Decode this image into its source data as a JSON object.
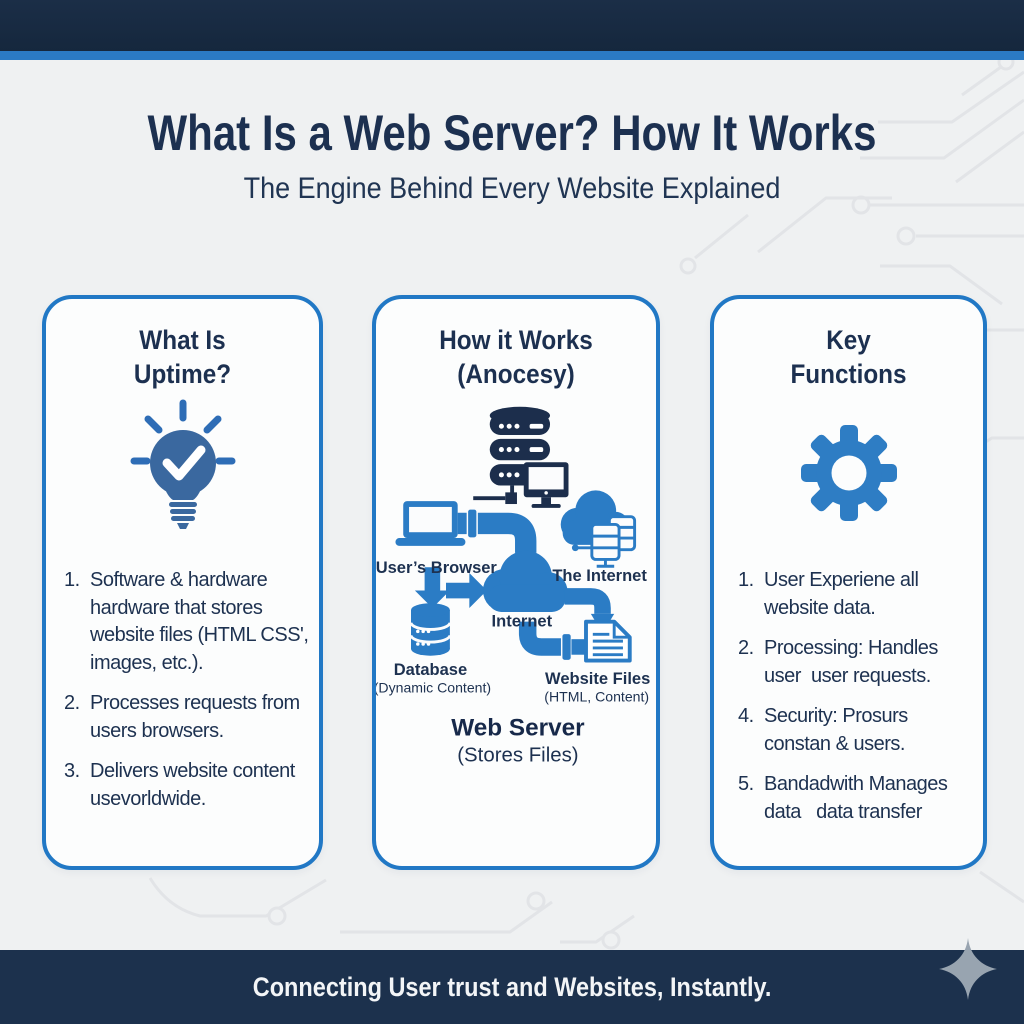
{
  "header": {
    "title": "What Is a Web Server? How It Works",
    "subtitle": "The Engine Behind Every Website Explained"
  },
  "cards": [
    {
      "title_line1": "What Is",
      "title_line2": "Uptime?",
      "icon": "lightbulb-check-icon",
      "items": [
        {
          "num": "1.",
          "text": "Software & hardware hardware that stores website files (HTML CSS', images, etc.)."
        },
        {
          "num": "2.",
          "text": "Processes requests from users browsers."
        },
        {
          "num": "3.",
          "text": "Delivers website content usevorldwide."
        }
      ]
    },
    {
      "title_line1": "How it Works",
      "title_line2": "(Anocesy)",
      "diagram_labels": {
        "users_browser": "User’s Browser",
        "the_internet": "The Internet",
        "internet": "Internet",
        "database": "Database",
        "database_sub": "(Dynamic Content)",
        "website_files": "Website Files",
        "website_files_sub": "(HTML, Content)",
        "web_server": "Web Server",
        "web_server_sub": "(Stores Files)"
      }
    },
    {
      "title_line1": "Key",
      "title_line2": "Functions",
      "icon": "gear-icon",
      "items": [
        {
          "num": "1.",
          "text": "User Experiene all website data."
        },
        {
          "num": "2.",
          "text": "Processing: Handles user  user requests."
        },
        {
          "num": "4.",
          "text": "Security: Prosurs constan & users."
        },
        {
          "num": "5.",
          "text": "Bandadwith Manages data   data transfer"
        }
      ]
    }
  ],
  "footer": {
    "text": "Connecting User trust and Websites, Instantly."
  },
  "colors": {
    "navy": "#1c3050",
    "blue": "#2b7cc5",
    "bulb_blue": "#3a689f",
    "dark_icon": "#1c2e4c",
    "bar_navy": "#16283e",
    "stripe_blue": "#2b7ac4",
    "footer_navy": "#1c314d",
    "card_border": "#2178c5",
    "sparkle": "#98a4b0"
  }
}
